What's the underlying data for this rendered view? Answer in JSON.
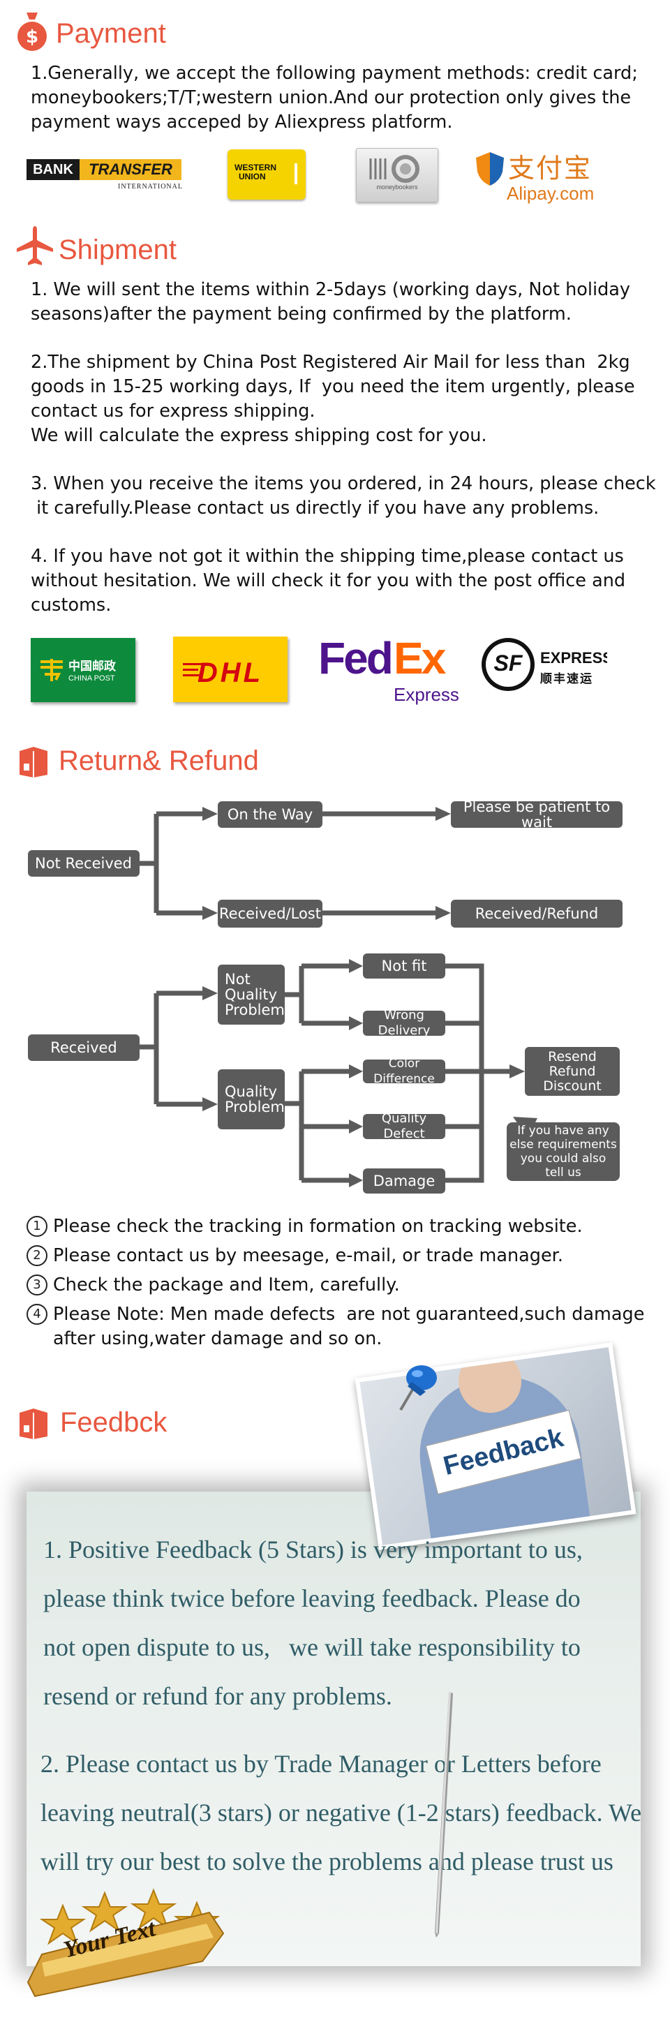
{
  "payment": {
    "title": "Payment",
    "text": "1.Generally, we accept the following payment methods: credit card;\nmoneybookers;T/T;western union.And our protection only gives the\npayment ways acceped by Aliexpress platform.",
    "logos": {
      "bank_transfer_1": "BANK",
      "bank_transfer_2": "TRANSFER",
      "bank_transfer_3": "INTERNATIONAL",
      "western_union_1": "WESTERN",
      "western_union_2": "UNION",
      "moneybookers": "moneybookers",
      "alipay_cn": "支付宝",
      "alipay": "Alipay.com"
    }
  },
  "shipment": {
    "title": "Shipment",
    "p1": "1. We will sent the items within 2-5days (working days, Not holiday\nseasons)after the payment being confirmed by the platform.",
    "p2": "2.The shipment by China Post Registered Air Mail for less than  2kg\ngoods in 15-25 working days, If  you need the item urgently, please\ncontact us for express shipping.\nWe will calculate the express shipping cost for you.",
    "p3": "3. When you receive the items you ordered, in 24 hours, please check\n it carefully.Please contact us directly if you have any problems.",
    "p4": "4. If you have not got it within the shipping time,please contact us\nwithout hesitation. We will check it for you with the post office and\ncustoms.",
    "logos": {
      "chinapost_cn": "中国邮政",
      "chinapost": "CHINA POST",
      "dhl": "DHL",
      "fedex_fed": "Fed",
      "fedex_ex": "Ex",
      "fedex_express": "Express",
      "sf_mark": "SF",
      "sf_express": "EXPRESS",
      "sf_cn": "顺丰速运"
    }
  },
  "refund": {
    "title": "Return& Refund",
    "not_received": "Not Received",
    "on_the_way": "On the Way",
    "be_patient": "Please be patient to wait",
    "received_lost": "Received/Lost",
    "received_refund": "Received/Refund",
    "received": "Received",
    "not_quality": "Not Quality Problem",
    "quality": "Quality Problem",
    "not_fit": "Not fit",
    "wrong_delivery": "Wrong Delivery",
    "color_difference": "Color Difference",
    "quality_defect": "Quality Defect",
    "damage": "Damage",
    "resend": "Resend Refund Discount",
    "any_else": "If you have any else requirements you could also tell us"
  },
  "notes": [
    {
      "num": "1",
      "text": "Please check the tracking in formation on tracking website."
    },
    {
      "num": "2",
      "text": "Please contact us by meesage, e-mail, or trade manager."
    },
    {
      "num": "3",
      "text": "Check the package and Item, carefully."
    },
    {
      "num": "4",
      "text": "Please Note: Men made defects  are not guaranteed,such damage\nafter using,water damage and so on."
    }
  ],
  "feedback": {
    "title": "Feedbck",
    "sign": "Feedback",
    "p1": "1. Positive Feedback (5 Stars) is very important to us,\nplease think twice before leaving feedback. Please do\nnot open dispute to us,   we will take responsibility to\nresend or refund for any problems.",
    "p2": "2. Please contact us by Trade Manager or Letters before\nleaving neutral(3 stars) or negative (1-2 stars) feedback. We\nwill try our best to solve the problems and please trust us",
    "badge": "Your Text"
  },
  "colors": {
    "accent": "#e8573f",
    "box": "#5b5b5b",
    "fb_text": "#2f5c66"
  }
}
